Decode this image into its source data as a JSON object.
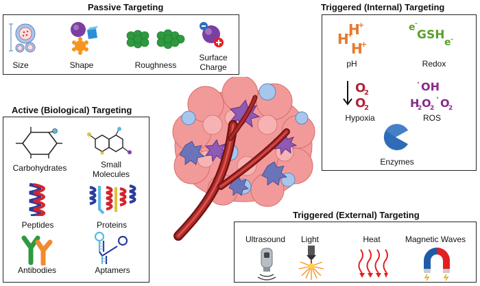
{
  "passive": {
    "title": "Passive Targeting",
    "items": {
      "size": "Size",
      "shape": "Shape",
      "roughness": "Roughness",
      "surface_line1": "Surface",
      "surface_line2": "Charge"
    }
  },
  "triggered_internal": {
    "title": "Triggered (Internal) Targeting",
    "items": {
      "ph": "pH",
      "redox": "Redox",
      "hypoxia": "Hypoxia",
      "ros": "ROS",
      "enzymes": "Enzymes"
    }
  },
  "active": {
    "title": "Active (Biological) Targeting",
    "items": {
      "carbohydrates": "Carbohydrates",
      "small_line1": "Small",
      "small_line2": "Molecules",
      "peptides": "Peptides",
      "proteins": "Proteins",
      "antibodies": "Antibodies",
      "aptamers": "Aptamers"
    }
  },
  "triggered_external": {
    "title": "Triggered (External) Targeting",
    "items": {
      "ultrasound": "Ultrasound",
      "light": "Light",
      "heat": "Heat",
      "magnetic": "Magnetic Waves"
    }
  },
  "colors": {
    "ph": "#e8782a",
    "redox": "#5aa02c",
    "hypoxia": "#b0233a",
    "ros": "#8a2a8c",
    "enzyme": "#2f6cb8",
    "tumor": "#f29a9a",
    "vessel": "#8b1a1a"
  }
}
